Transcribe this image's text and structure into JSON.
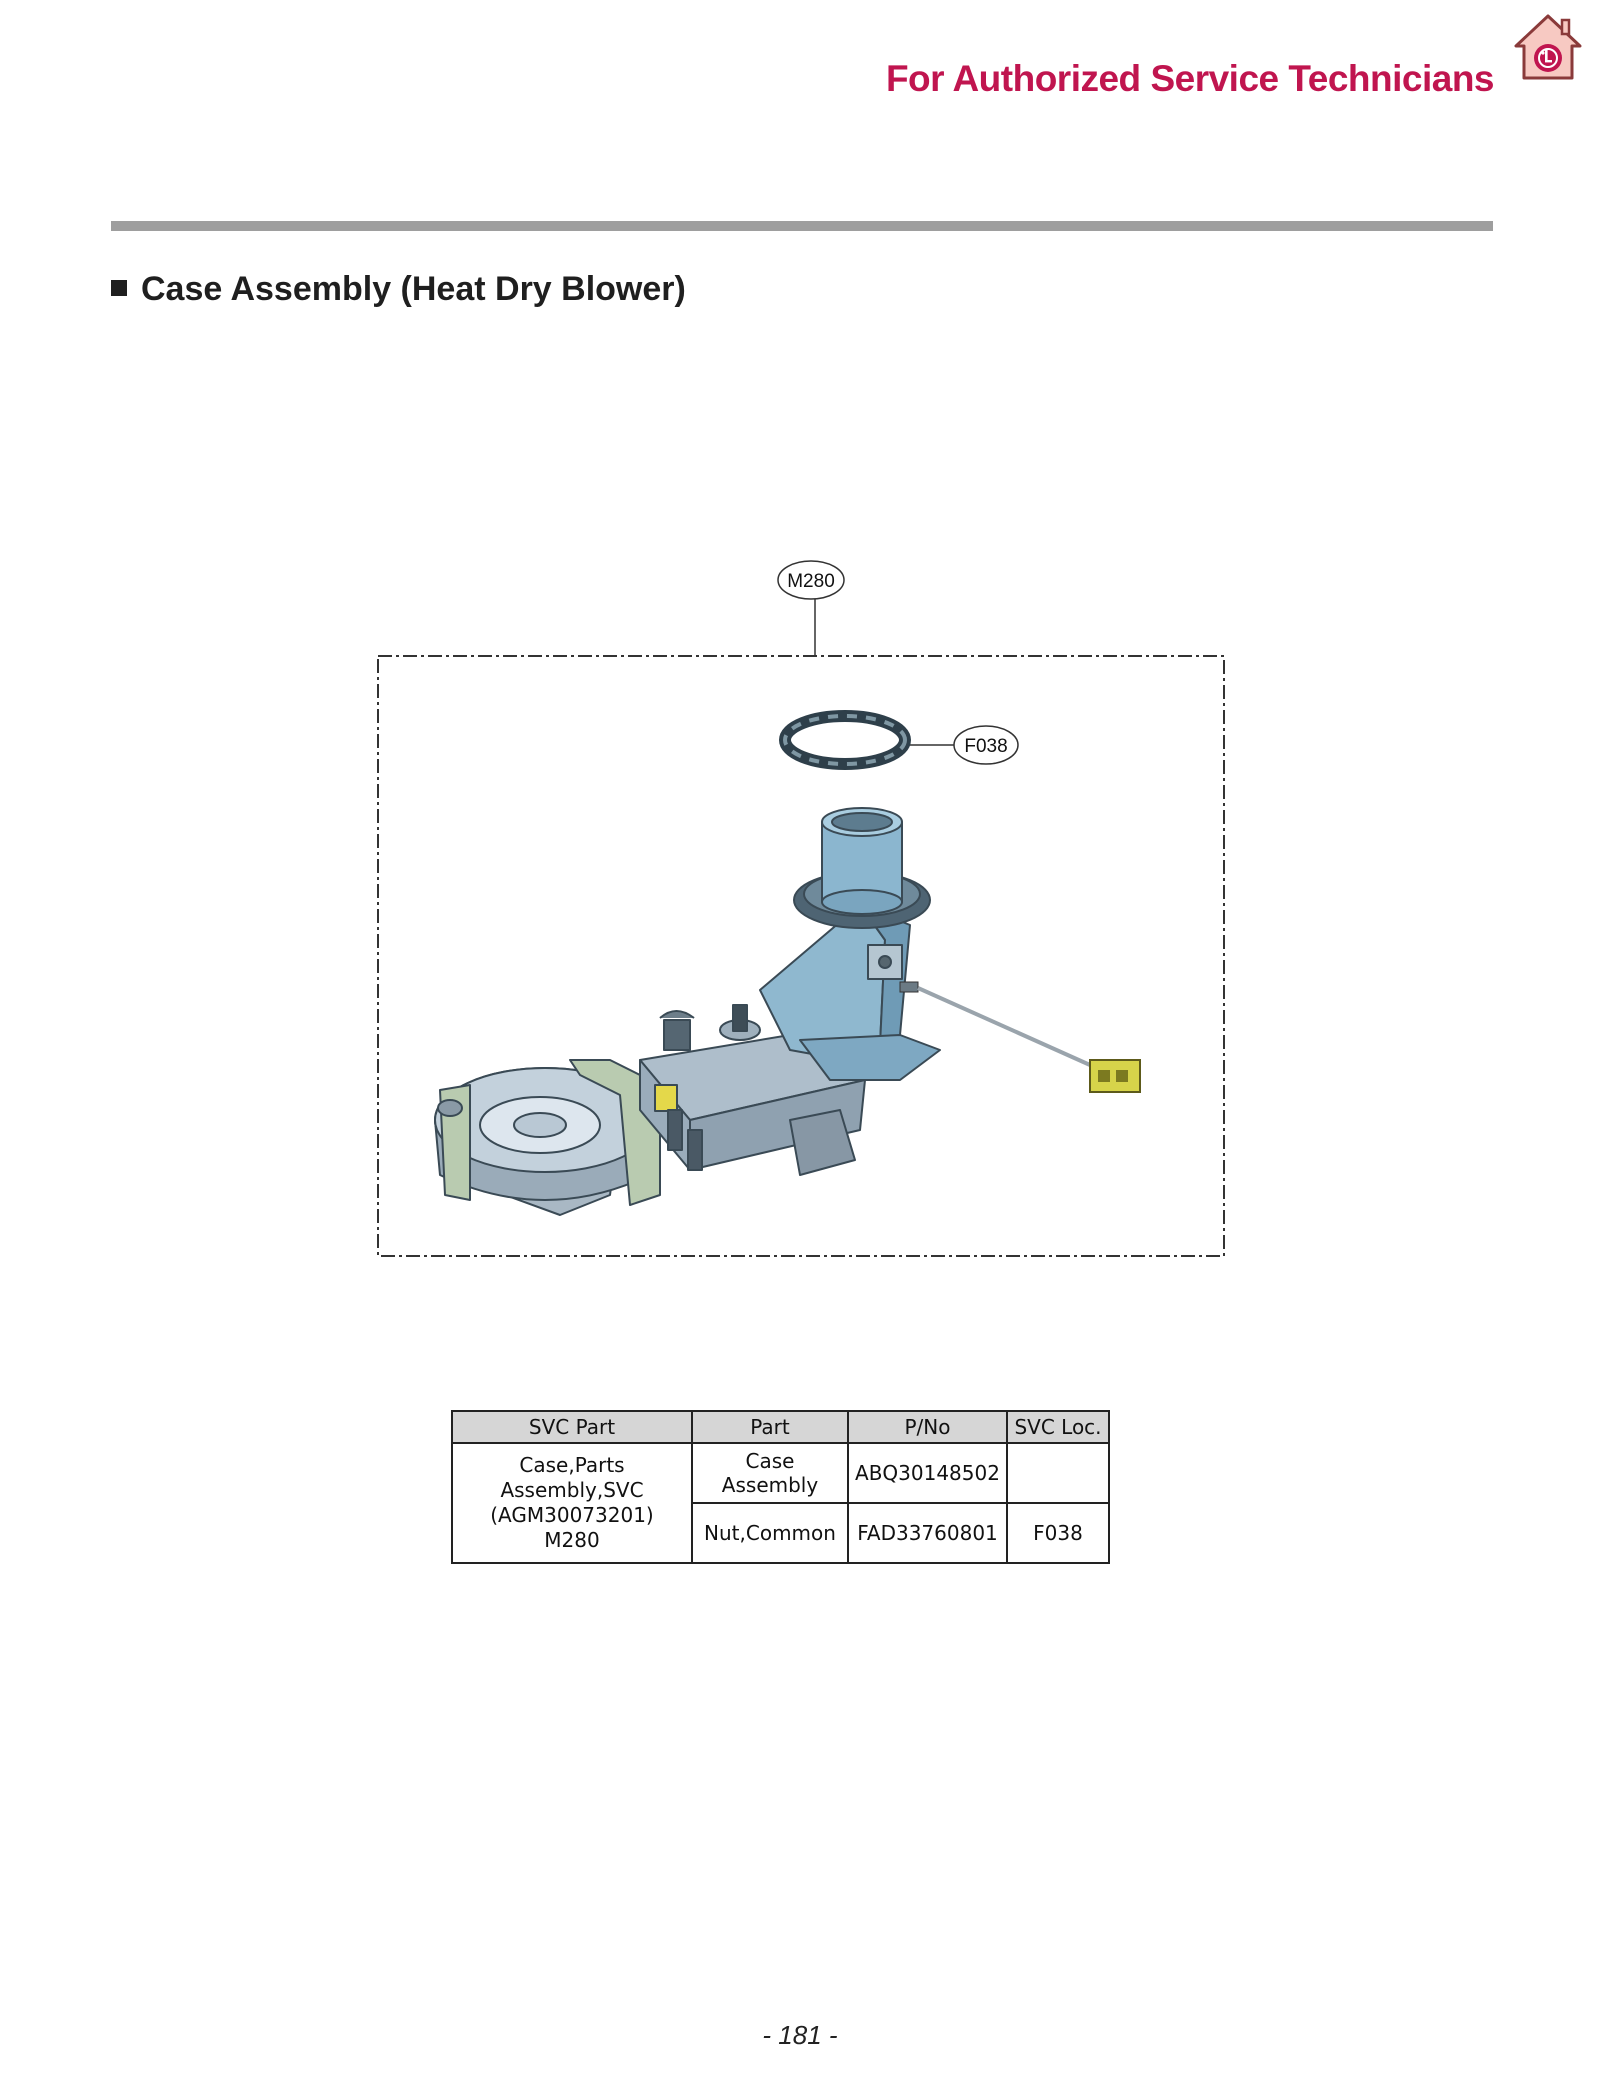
{
  "header": {
    "title": "For Authorized Service Technicians"
  },
  "section": {
    "title": "Case Assembly (Heat Dry Blower)"
  },
  "diagram": {
    "callouts": {
      "m280": "M280",
      "f038": "F038"
    }
  },
  "table": {
    "headers": [
      "SVC Part",
      "Part",
      "P/No",
      "SVC Loc."
    ],
    "svc_part": {
      "line1": "Case,Parts Assembly,SVC",
      "line2": "(AGM30073201)",
      "line3": "M280"
    },
    "rows": [
      {
        "part": "Case Assembly",
        "pno": "ABQ30148502",
        "loc": ""
      },
      {
        "part": "Nut,Common",
        "pno": "FAD33760801",
        "loc": "F038"
      }
    ]
  },
  "footer": {
    "page_number": "- 181 -"
  },
  "colors": {
    "accent": "#c0154f",
    "logo_house": "#f7c9c2",
    "divider": "#9e9e9e"
  }
}
